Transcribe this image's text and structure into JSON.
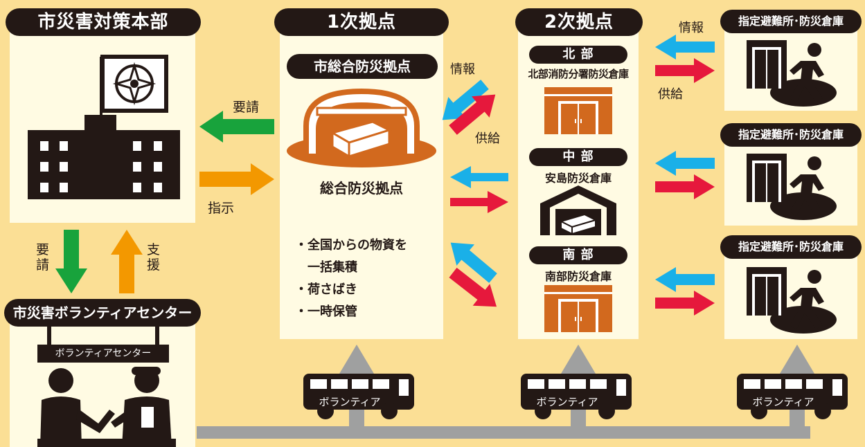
{
  "colors": {
    "background": "#fbdf95",
    "panel": "#fffbe3",
    "dark": "#231815",
    "orange_brown": "#d2691e",
    "green": "#18a33c",
    "orange": "#f39800",
    "blue": "#1ab0e8",
    "red": "#e6183c",
    "gray": "#9fa0a0"
  },
  "hq": {
    "title": "市災害対策本部",
    "request_label": "要請",
    "instruct_label": "指示"
  },
  "volunteer_center": {
    "title": "市災害ボランティアセンター",
    "sign": "ボランティアセンター",
    "request_label": "要\n請",
    "support_label": "支\n援"
  },
  "primary": {
    "title": "1次拠点",
    "subtitle": "市総合防災拠点",
    "facility_label": "総合防災拠点",
    "bullets": [
      "・全国からの物資を",
      "　一括集積",
      "・荷さばき",
      "・一時保管"
    ],
    "info_label": "情報",
    "supply_label": "供給"
  },
  "secondary": {
    "title": "2次拠点",
    "north": {
      "badge": "北 部",
      "name": "北部消防分署防災倉庫"
    },
    "central": {
      "badge": "中 部",
      "name": "安島防災倉庫"
    },
    "south": {
      "badge": "南 部",
      "name": "南部防災倉庫"
    },
    "info_label": "情報",
    "supply_label": "供給"
  },
  "shelters": [
    {
      "title": "指定避難所･防災倉庫"
    },
    {
      "title": "指定避難所･防災倉庫"
    },
    {
      "title": "指定避難所･防災倉庫"
    }
  ],
  "bus_label": "ボランティア",
  "icons": [
    "city-hall-icon",
    "warehouse-dome-icon",
    "warehouse-door-icon",
    "evacuation-exit-icon",
    "volunteer-people-icon",
    "bus-icon"
  ]
}
